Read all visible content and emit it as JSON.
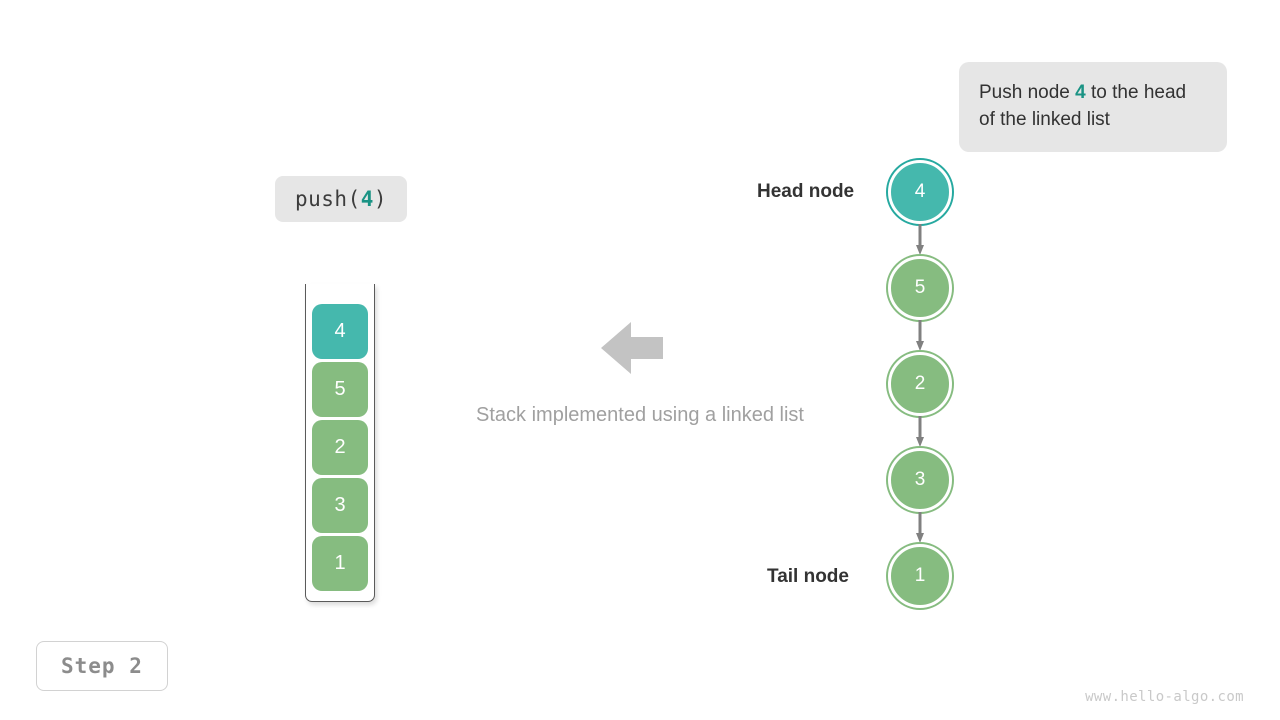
{
  "callout": {
    "text_before": "Push node ",
    "highlight": "4",
    "text_after": " to the head of the linked list",
    "bg_color": "#e6e6e6",
    "highlight_color": "#1a9384"
  },
  "operation_label": {
    "prefix": "push(",
    "argument": "4",
    "suffix": ")"
  },
  "stack": {
    "cells": [
      {
        "value": "4",
        "color": "teal"
      },
      {
        "value": "5",
        "color": "green"
      },
      {
        "value": "2",
        "color": "green"
      },
      {
        "value": "3",
        "color": "green"
      },
      {
        "value": "1",
        "color": "green"
      }
    ]
  },
  "center": {
    "arrow_direction": "left",
    "arrow_color": "#c3c3c3",
    "caption": "Stack implemented using a linked list"
  },
  "linked_list": {
    "head_label": "Head node",
    "tail_label": "Tail node",
    "nodes": [
      {
        "value": "4",
        "color": "teal"
      },
      {
        "value": "5",
        "color": "green"
      },
      {
        "value": "2",
        "color": "green"
      },
      {
        "value": "3",
        "color": "green"
      },
      {
        "value": "1",
        "color": "green"
      }
    ],
    "link_count": 4
  },
  "step_badge": "Step 2",
  "watermark": "www.hello-algo.com",
  "palette": {
    "teal": "#45b8ad",
    "teal_ring": "#26a9a0",
    "green": "#86bc80",
    "gray_text": "#a0a0a0",
    "dark_text": "#333333",
    "arrow_gray": "#808080"
  }
}
